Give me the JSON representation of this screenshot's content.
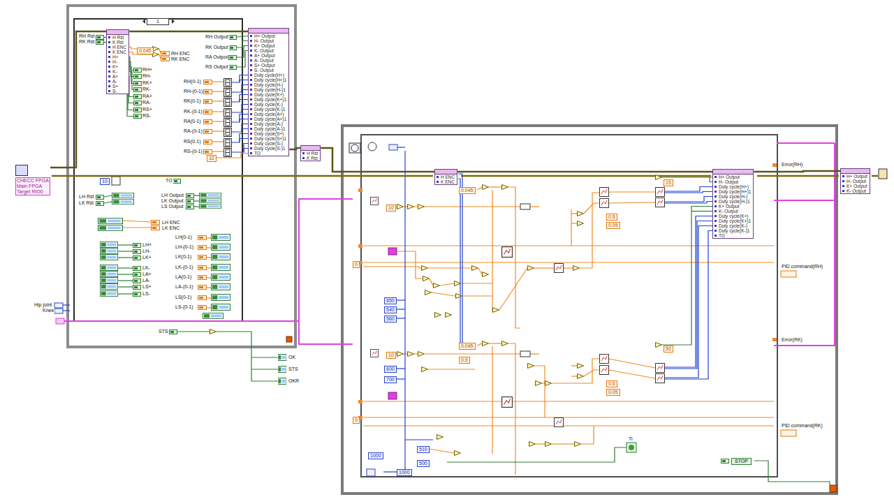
{
  "diagram": {
    "nodes": [
      {
        "text": [
          "CHECC FPGA Main FPGA Target RIO0"
        ]
      },
      {
        "text": [
          "1"
        ]
      },
      {
        "text": [
          "H Rst",
          "K Rst",
          "H ENC",
          "K ENC",
          "H+",
          "H-",
          "K+",
          "K-",
          "A+",
          "A-",
          "S+",
          "S-"
        ],
        "in": 1
      },
      {
        "text": [
          "H+ Output",
          "H- Output",
          "K+ Output",
          "K- Output",
          "A+ Output",
          "A- Output",
          "S+ Output",
          "S- Output",
          "Duty cycle(H+)",
          "Duty cycle(H+)1",
          "Duty cycle(H-)",
          "Duty cycle(H-)1",
          "Duty cycle(K+)",
          "Duty cycle(K+)1",
          "Duty cycle(K-)",
          "Duty cycle(K-)1",
          "Duty cycle(A+)",
          "Duty cycle(A+)1",
          "Duty cycle(A-)",
          "Duty cycle(A-)1",
          "Duty cycle(S+)",
          "Duty cycle(S+)1",
          "Duty cycle(S-)",
          "Duty cycle(S-)1",
          "TO"
        ],
        "in": 1
      },
      {
        "text": [
          "H Rst",
          "K Rst"
        ]
      },
      {
        "text": [
          "H ENC",
          "K ENC"
        ]
      },
      {
        "text": [
          "H+ Output",
          "H- Output",
          "Duty cycle(H+)",
          "Duty cycle(H+)1",
          "Duty cycle(H-)",
          "Duty cycle(H-)1",
          "K+ Output",
          "K- Output",
          "Duty cycle(K+)",
          "Duty cycle(K+)1",
          "Duty cycle(K-)",
          "Duty cycle(K-)1",
          "TO"
        ]
      },
      {
        "text": [
          "H+ Output",
          "H- Output",
          "K+ Output",
          "K- Output"
        ]
      }
    ],
    "edges": [
      {
        "from": 0,
        "to": 2,
        "arrow": "none"
      },
      {
        "from": 2,
        "to": 3,
        "arrow": "none"
      },
      {
        "from": 3,
        "to": 4,
        "arrow": "none"
      },
      {
        "from": 4,
        "to": 5,
        "arrow": "none"
      },
      {
        "from": 5,
        "to": 6,
        "arrow": "none"
      },
      {
        "from": 6,
        "to": 7,
        "arrow": "none"
      }
    ],
    "labels": [
      "RH Rst",
      "RK Rst",
      "0.045",
      "RH ENC",
      "RK ENC",
      "RH+",
      "RH-",
      "RK+",
      "RK-",
      "RA+",
      "RA-",
      "RS+",
      "RS-",
      "RH Output",
      "RK Output",
      "RA Output",
      "RS Output",
      "RH(0-1)",
      "RH-(0-1)",
      "RK(0-1)",
      "RK-(0-1)",
      "RA(0-1)",
      "RA-(0-1)",
      "RS(0-1)",
      "RS-(0-1)",
      "32",
      "TO",
      "10",
      "LH Rst",
      "LK Rst",
      "LH Output",
      "LK Output",
      "LS Output",
      "LH ENC",
      "LK ENC",
      "LH+",
      "LH-",
      "LK+",
      "LK-",
      "LA+",
      "LA-",
      "LS+",
      "LS-",
      "LH(0-1)",
      "LH-(0-1)",
      "LK(0-1)",
      "LK-(0-1)",
      "LA(0-1)",
      "LA-(0-1)",
      "LS(0-1)",
      "LS-(0-1)",
      "STS",
      "Hip joint",
      "Knee",
      "OK",
      "STS",
      "OKR",
      "0.045",
      "10",
      "650",
      "540",
      "560",
      "0",
      "15",
      "0.5",
      "0.05",
      "10",
      "0.045",
      "0.9",
      "600",
      "700",
      "0",
      "50",
      "0.5",
      "0.05",
      "510",
      "500",
      "1000",
      "1000",
      "Error(RH)",
      "PID command(RH)",
      "Error(RK)",
      "PID command(RK)",
      "Ti",
      "STOP"
    ]
  }
}
